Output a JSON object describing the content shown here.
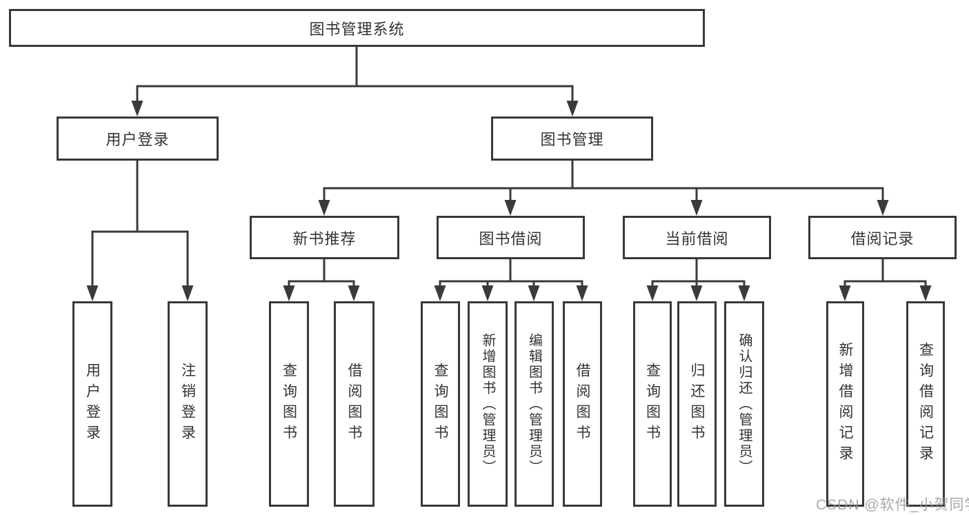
{
  "diagram_title": "图书管理系统",
  "watermark": "CSDN @软件_小贺同学",
  "colors": {
    "line": "#3a3a3a",
    "box_border": "#383838",
    "text": "#333333",
    "background": "#ffffff",
    "watermark": "#9a9a9a"
  },
  "nodes": {
    "root": {
      "label": "图书管理系统"
    },
    "user_login": {
      "label": "用户登录"
    },
    "book_mgmt": {
      "label": "图书管理"
    },
    "new_book_rec": {
      "label": "新书推荐"
    },
    "book_borrow": {
      "label": "图书借阅"
    },
    "current_borrow": {
      "label": "当前借阅"
    },
    "borrow_records": {
      "label": "借阅记录"
    },
    "leaf_login": {
      "label": "用户登录"
    },
    "leaf_logout": {
      "label": "注销登录"
    },
    "leaf_nbr_query": {
      "label": "查询图书"
    },
    "leaf_nbr_borrow": {
      "label": "借阅图书"
    },
    "leaf_bb_query": {
      "label": "查询图书"
    },
    "leaf_bb_add": {
      "label": "新增图书（管理员）"
    },
    "leaf_bb_edit": {
      "label": "编辑图书（管理员）"
    },
    "leaf_bb_borrow": {
      "label": "借阅图书"
    },
    "leaf_cb_query": {
      "label": "查询图书"
    },
    "leaf_cb_return": {
      "label": "归还图书"
    },
    "leaf_cb_confirm": {
      "label": "确认归还（管理员）"
    },
    "leaf_br_add": {
      "label": "新增借阅记录"
    },
    "leaf_br_query": {
      "label": "查询借阅记录"
    }
  },
  "structure": {
    "图书管理系统": [
      "用户登录",
      "图书管理"
    ],
    "用户登录": [
      "用户登录",
      "注销登录"
    ],
    "图书管理": [
      "新书推荐",
      "图书借阅",
      "当前借阅",
      "借阅记录"
    ],
    "新书推荐": [
      "查询图书",
      "借阅图书"
    ],
    "图书借阅": [
      "查询图书",
      "新增图书（管理员）",
      "编辑图书（管理员）",
      "借阅图书"
    ],
    "当前借阅": [
      "查询图书",
      "归还图书",
      "确认归还（管理员）"
    ],
    "借阅记录": [
      "新增借阅记录",
      "查询借阅记录"
    ]
  }
}
